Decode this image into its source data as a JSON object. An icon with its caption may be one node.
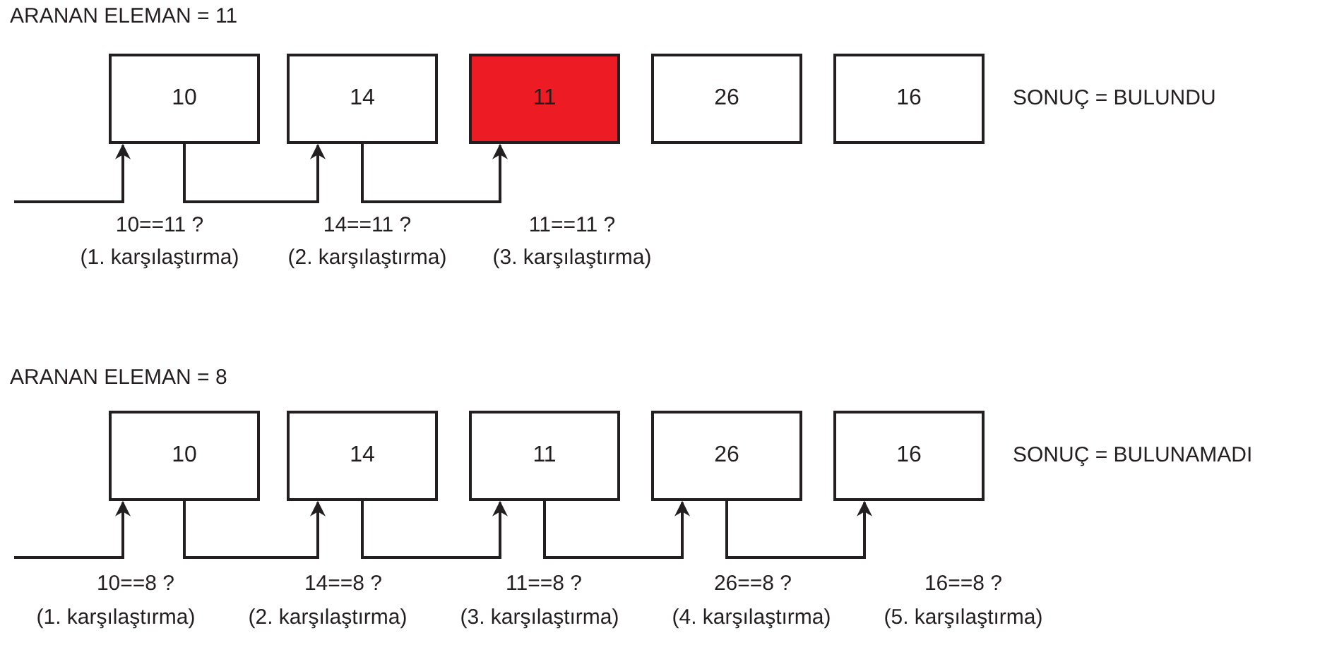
{
  "diagram": {
    "nodes": [
      {
        "text": [
          "10"
        ]
      },
      {
        "text": [
          "14"
        ]
      },
      {
        "text": [
          "11"
        ]
      },
      {
        "text": [
          "26"
        ]
      },
      {
        "text": [
          "16"
        ]
      },
      {
        "text": [
          "10"
        ]
      },
      {
        "text": [
          "14"
        ]
      },
      {
        "text": [
          "11"
        ]
      },
      {
        "text": [
          "26"
        ]
      },
      {
        "text": [
          "16"
        ]
      }
    ],
    "edges": [
      {
        "from": null,
        "to": 0,
        "arrow": "to"
      },
      {
        "from": 0,
        "to": 1,
        "arrow": "to"
      },
      {
        "from": 1,
        "to": 2,
        "arrow": "to"
      },
      {
        "from": null,
        "to": 5,
        "arrow": "to"
      },
      {
        "from": 5,
        "to": 6,
        "arrow": "to"
      },
      {
        "from": 6,
        "to": 7,
        "arrow": "to"
      },
      {
        "from": 7,
        "to": 8,
        "arrow": "to"
      },
      {
        "from": 8,
        "to": 9,
        "arrow": "to"
      }
    ],
    "labels": [
      "ARANAN ELEMAN = 11",
      "SONUÇ = BULUNDU",
      "10==11 ?",
      "14==11 ?",
      "11==11 ?",
      "(1. karşılaştırma)",
      "(2. karşılaştırma)",
      "(3. karşılaştırma)",
      "ARANAN ELEMAN = 8",
      "SONUÇ = BULUNAMADI",
      "10==8 ?",
      "14==8 ?",
      "11==8 ?",
      "26==8 ?",
      "16==8 ?",
      "(1. karşılaştırma)",
      "(2. karşılaştırma)",
      "(3. karşılaştırma)",
      "(4. karşılaştırma)",
      "(5. karşılaştırma)"
    ]
  }
}
